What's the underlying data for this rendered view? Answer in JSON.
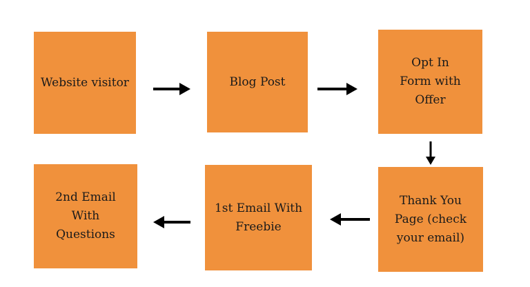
{
  "colors": {
    "box_fill": "#f0913c",
    "arrow": "#000000",
    "text": "#1a1a1a"
  },
  "steps": [
    {
      "label": "Website visitor"
    },
    {
      "label": "Blog Post"
    },
    {
      "label": "Opt In\nForm with\nOffer"
    },
    {
      "label": "Thank You\nPage (check\nyour email)"
    },
    {
      "label": "1st Email With\nFreebie"
    },
    {
      "label": "2nd Email\nWith\nQuestions"
    }
  ],
  "connections": [
    {
      "from": 0,
      "to": 1,
      "direction": "right"
    },
    {
      "from": 1,
      "to": 2,
      "direction": "right"
    },
    {
      "from": 2,
      "to": 3,
      "direction": "down"
    },
    {
      "from": 3,
      "to": 4,
      "direction": "left"
    },
    {
      "from": 4,
      "to": 5,
      "direction": "left"
    }
  ]
}
